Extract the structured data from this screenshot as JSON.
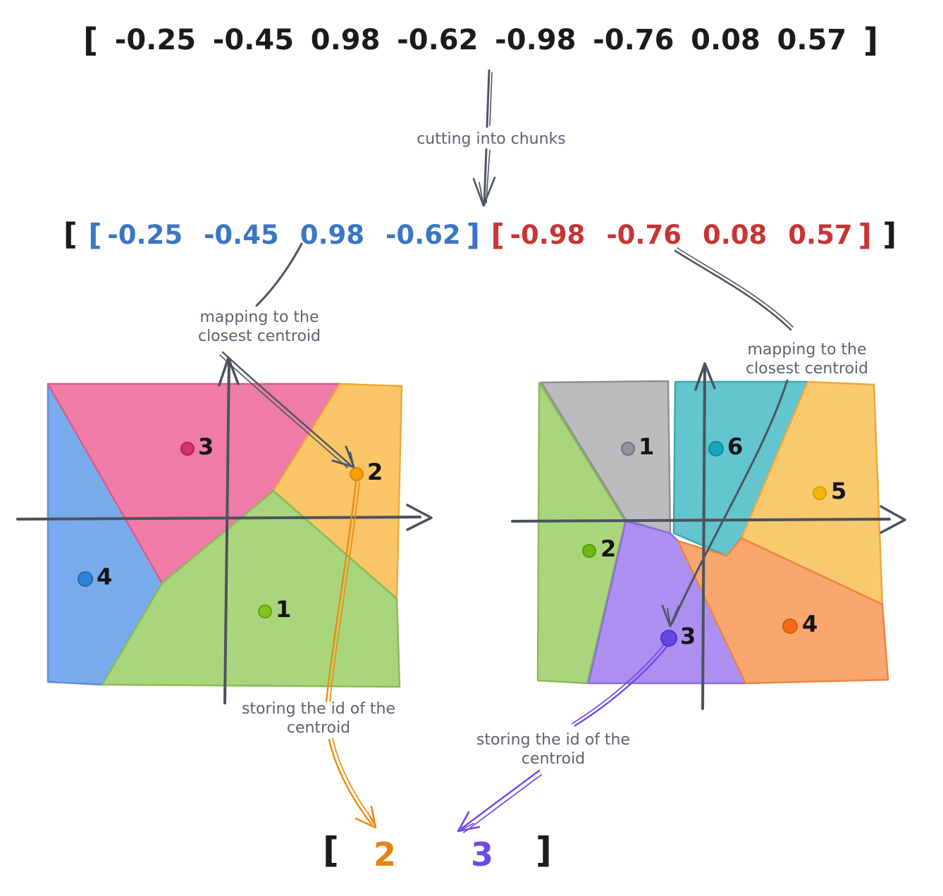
{
  "original_vector": {
    "bracket_open": "[",
    "bracket_close": "]",
    "values": [
      "-0.25",
      "-0.45",
      "0.98",
      "-0.62",
      "-0.98",
      "-0.76",
      "0.08",
      "0.57"
    ]
  },
  "process_labels": {
    "cutting": "cutting into chunks",
    "mapping_line1": "mapping to the",
    "mapping_line2": "closest centroid",
    "storing_line1": "storing the id of the",
    "storing_line2": "centroid"
  },
  "chunked_vector": {
    "bracket_open": "[",
    "bracket_close": "]",
    "chunk1": {
      "bracket_open": "[",
      "bracket_close": "]",
      "color": "#3b76c4",
      "values": [
        "-0.25",
        "-0.45",
        "0.98",
        "-0.62"
      ]
    },
    "chunk2": {
      "bracket_open": "[",
      "bracket_close": "]",
      "color": "#c93434",
      "values": [
        "-0.98",
        "-0.76",
        "0.08",
        "0.57"
      ]
    }
  },
  "left_plot": {
    "centroids": [
      {
        "id": "1",
        "region_color": "#a9d67c",
        "dot_color": "#7fc41c"
      },
      {
        "id": "2",
        "region_color": "#f9c567",
        "dot_color": "#f5a000"
      },
      {
        "id": "3",
        "region_color": "#ee7ca6",
        "dot_color": "#d6336c"
      },
      {
        "id": "4",
        "region_color": "#79abec",
        "dot_color": "#2d83d6"
      }
    ]
  },
  "right_plot": {
    "centroids": [
      {
        "id": "1",
        "region_color": "#bcbcbe",
        "dot_color": "#8d949b"
      },
      {
        "id": "2",
        "region_color": "#a9d67c",
        "dot_color": "#6fb815"
      },
      {
        "id": "3",
        "region_color": "#ad8ff2",
        "dot_color": "#6a46e0"
      },
      {
        "id": "4",
        "region_color": "#f9a76e",
        "dot_color": "#f36b12"
      },
      {
        "id": "5",
        "region_color": "#f9c96e",
        "dot_color": "#f5b50c"
      },
      {
        "id": "6",
        "region_color": "#63c5ce",
        "dot_color": "#18a6bc"
      }
    ]
  },
  "result_vector": {
    "bracket_open": "[",
    "bracket_close": "]",
    "values": [
      {
        "text": "2",
        "color": "#e8820e"
      },
      {
        "text": "3",
        "color": "#7048e8"
      }
    ]
  },
  "colors": {
    "axis": "#4b525d",
    "note_text": "#5a6370",
    "chunk1_blue": "#3b76c4",
    "chunk2_red": "#c93434",
    "accent_orange": "#e8820e",
    "accent_purple": "#7048e8"
  }
}
